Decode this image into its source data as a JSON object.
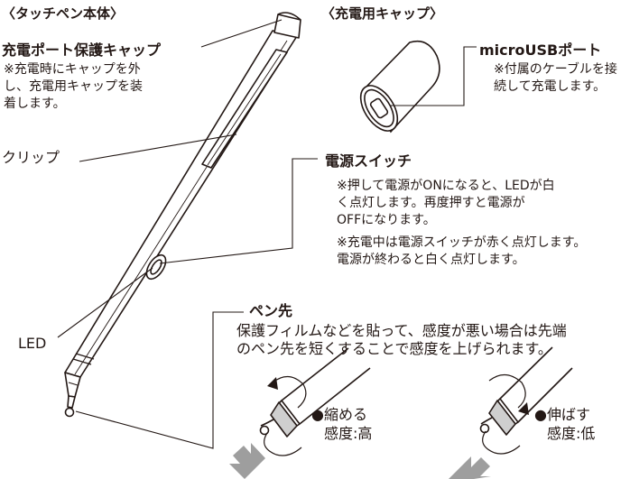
{
  "pen_section": {
    "title": "〈タッチペン本体〉",
    "cap_label": "充電ポート保護キャップ",
    "cap_note": "※充電時にキャップを外\nし、充電用キャップを装\n着します。",
    "clip_label": "クリップ",
    "led_label": "LED"
  },
  "charge_cap_section": {
    "title": "〈充電用キャップ〉",
    "port_label": "microUSBポート",
    "port_note": "※付属のケーブルを接\n続して充電します。"
  },
  "power_section": {
    "label": "電源スイッチ",
    "note1": "※押して電源がONになると、LEDが白\nく点灯します。再度押すと電源が\nOFFになります。",
    "note2": "※充電中は電源スイッチが赤く点灯します。\n電源が終わると白く点灯します。"
  },
  "tip_section": {
    "label": "ペン先",
    "desc": "保護フィルムなどを貼って、感度が悪い場合は先端\nのペン先を短くすることで感度を上げられます。",
    "tighten_action": "●縮める",
    "tighten_result": "感度:高",
    "loosen_action": "●伸ばす",
    "loosen_result": "感度:低"
  },
  "colors": {
    "ink": "#231815",
    "arrow_gray": "#9e9e9e",
    "tip_gray": "#cfcfcf"
  }
}
